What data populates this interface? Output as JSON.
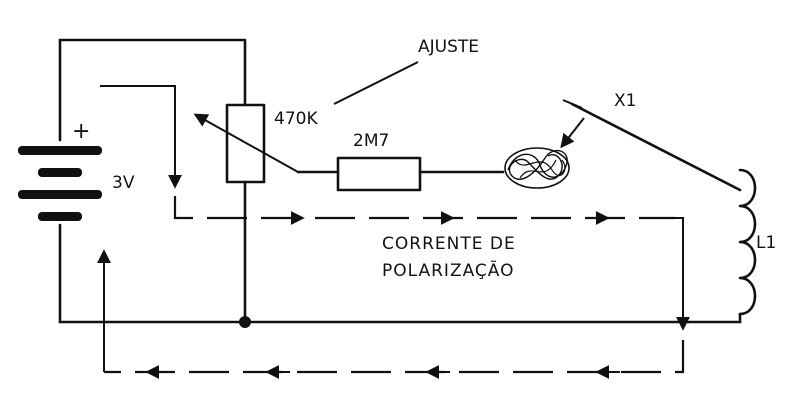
{
  "labels": {
    "ajuste": "AJUSTE",
    "pot": "470K",
    "resistor": "2M7",
    "detector": "X1",
    "coil": "L1",
    "battery_plus": "+",
    "battery_voltage": "3V",
    "current_line1": "CORRENTE DE",
    "current_line2": "POLARIZAÇÃO"
  },
  "colors": {
    "ink": "#111111",
    "background": "#ffffff"
  }
}
